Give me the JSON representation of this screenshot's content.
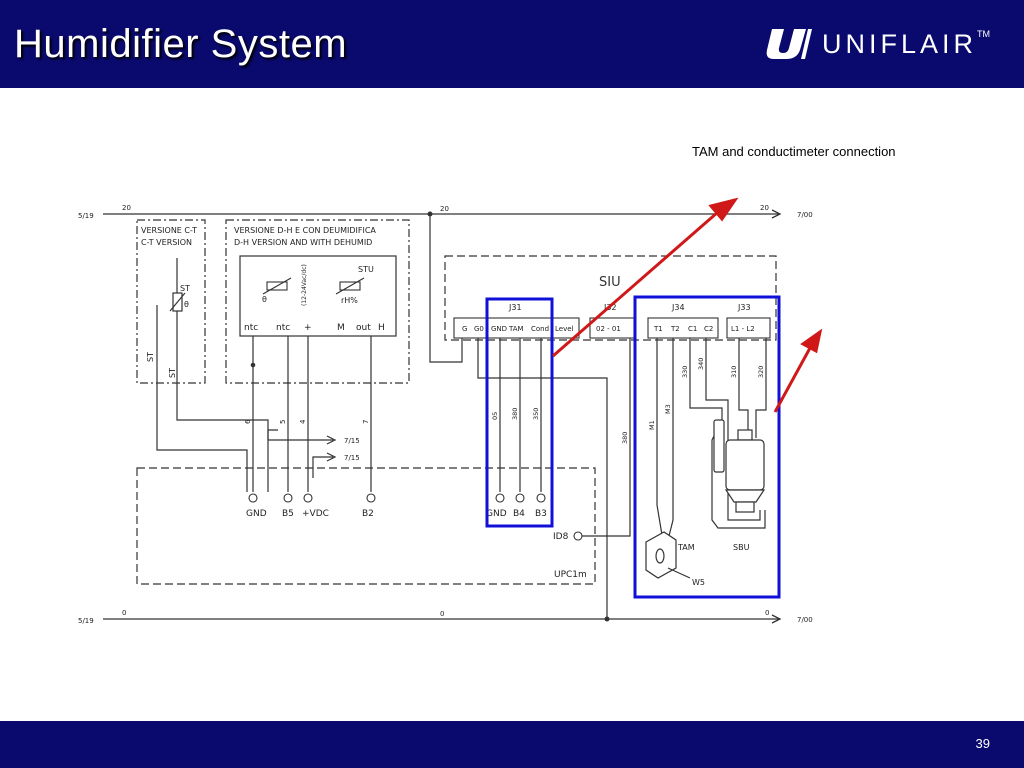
{
  "slide": {
    "title": "Humidifier System",
    "logo_text": "UNIFLAIR",
    "logo_tm": "TM",
    "page_number": "39",
    "annotation": "TAM  and conductimeter connection"
  },
  "diagram": {
    "bus_top": {
      "left_ref": "5/19",
      "right_ref": "7/00",
      "wire_left": "20",
      "wire_mid": "20",
      "wire_right": "20"
    },
    "bus_bottom": {
      "left_ref": "5/19",
      "right_ref": "7/00",
      "wire_left": "0",
      "wire_mid": "0",
      "wire_right": "0"
    },
    "ct_box": {
      "line1": "VERSIONE C-T",
      "line2": "C-T VERSION",
      "sensor_label": "ST",
      "sensor_symbol": "θ",
      "wire_label_a": "ST",
      "wire_label_b": "ST"
    },
    "dh_box": {
      "line1": "VERSIONE D-H E CON DEUMIDIFICA",
      "line2": "D-H VERSION AND WITH DEHUMID",
      "stu_label": "STU",
      "rh_label": "rH%",
      "theta_symbol": "θ",
      "supply_note": "(12-24Vac/dc)",
      "terminals": [
        "ntc",
        "ntc",
        "+",
        "M",
        "out",
        "H"
      ]
    },
    "wire_numbers": {
      "w6": "6",
      "w5": "5",
      "w4": "4",
      "w7": "7",
      "w05": "05",
      "w380a": "380",
      "w350": "350",
      "w380b": "380",
      "w330": "330",
      "w340": "340",
      "w310": "310",
      "w320": "320",
      "wm1": "M1",
      "wm3": "M3"
    },
    "refs": {
      "ref_a": "7/15",
      "ref_b": "7/15"
    },
    "upc": {
      "label": "UPC1m",
      "terminals": [
        "GND",
        "B5",
        "+VDC",
        "B2",
        "GND",
        "B4",
        "B3"
      ],
      "id8": "ID8"
    },
    "siu": {
      "label": "SIU",
      "connectors": [
        "J31",
        "J32",
        "J34",
        "J33"
      ],
      "j31_terminals": [
        "G",
        "G0",
        "GND",
        "TAM",
        "Cond",
        "Level"
      ],
      "j32_terminals": "02 - 01",
      "j34_terminals": [
        "T1",
        "T2",
        "C1",
        "C2"
      ],
      "j33_terminals": "L1 - L2"
    },
    "tam_label": "TAM",
    "sbu_label": "SBU",
    "w5_label": "W5"
  },
  "colors": {
    "header_bg": "#0a0a6e",
    "highlight": "#1010d8",
    "arrow": "#d01818",
    "line": "#333333"
  }
}
